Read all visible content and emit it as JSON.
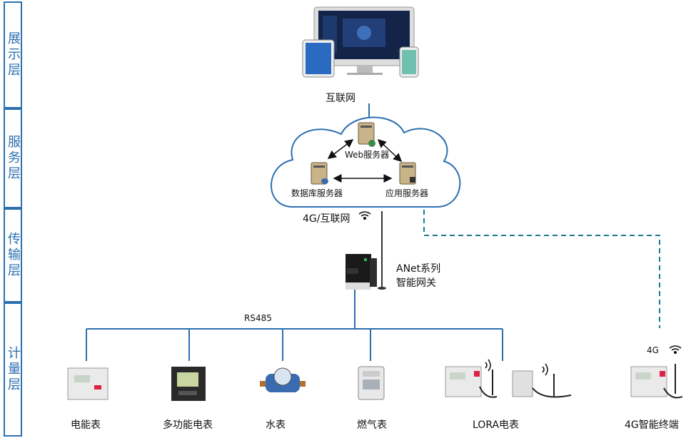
{
  "layers": [
    "展示层",
    "服务层",
    "传输层",
    "计量层"
  ],
  "display": {
    "internet": "互联网"
  },
  "cloud": {
    "web_server": "Web服务器",
    "db_server": "数据库服务器",
    "app_server": "应用服务器"
  },
  "transport": {
    "uplink": "4G/互联网",
    "gateway_line1": "ANet系列",
    "gateway_line2": "智能网关",
    "bus": "RS485"
  },
  "devices": [
    "电能表",
    "多功能电表",
    "水表",
    "燃气表",
    "LORA电表",
    "4G智能终端"
  ],
  "terminal_link": "4G",
  "colors": {
    "line": "#2c6fb0",
    "dash": "#1b7a8c"
  }
}
